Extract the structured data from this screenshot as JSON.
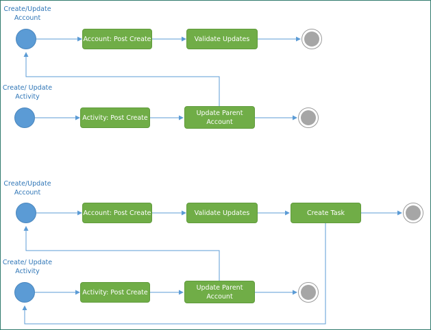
{
  "diagrams": [
    {
      "account_label": "Create/Update\nAccount",
      "activity_label": "Create/ Update\nActivity",
      "account_post_create": "Account: Post Create",
      "validate_updates": "Validate Updates",
      "activity_post_create": "Activity: Post Create",
      "update_parent_account": "Update Parent\nAccount"
    },
    {
      "account_label": "Create/Update\nAccount",
      "activity_label": "Create/ Update\nActivity",
      "account_post_create": "Account: Post Create",
      "validate_updates": "Validate Updates",
      "create_task": "Create Task",
      "activity_post_create": "Activity: Post Create",
      "update_parent_account": "Update Parent\nAccount"
    }
  ],
  "colors": {
    "start_node": "#5b9bd5",
    "process_box": "#70ad47",
    "end_node": "#a6a6a6",
    "connector": "#5b9bd5",
    "label_text": "#2e75b6"
  }
}
